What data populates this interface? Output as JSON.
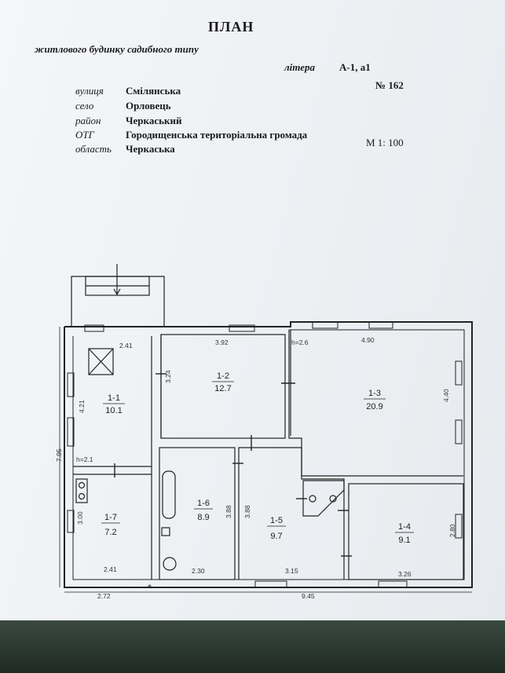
{
  "header": {
    "title": "ПЛАН",
    "subtitle": "житлового будинку садибного типу",
    "litera_label": "літера",
    "litera_value": "А-1, а1",
    "number": "№ 162",
    "scale": "М 1: 100"
  },
  "address": [
    {
      "label": "вулиця",
      "value": "Смілянська"
    },
    {
      "label": "село",
      "value": "Орловець"
    },
    {
      "label": "район",
      "value": "Черкаський"
    },
    {
      "label": "ОТГ",
      "value": "Городищенська територіальна громада"
    },
    {
      "label": "область",
      "value": "Черкаська"
    }
  ],
  "rooms": [
    {
      "id": "1-1",
      "area": "10.1"
    },
    {
      "id": "1-2",
      "area": "12.7"
    },
    {
      "id": "1-3",
      "area": "20.9"
    },
    {
      "id": "1-4",
      "area": "9.1"
    },
    {
      "id": "1-5",
      "area": "9.7"
    },
    {
      "id": "1-6",
      "area": "8.9"
    },
    {
      "id": "1-7",
      "area": "7.2"
    }
  ],
  "dimensions": {
    "d241a": "2.41",
    "d392": "3.92",
    "h26": "h=2.6",
    "d490": "4.90",
    "d324": "3.24",
    "d421": "4.21",
    "d440": "4.40",
    "d795": "7.95",
    "h21": "h=2.1",
    "d300": "3.00",
    "d388a": "3.88",
    "d388b": "3.88",
    "d280": "2.80",
    "d241b": "2.41",
    "d230": "2.30",
    "d315": "3.15",
    "d326": "3.26",
    "d272": "2.72",
    "d945": "9.45"
  }
}
